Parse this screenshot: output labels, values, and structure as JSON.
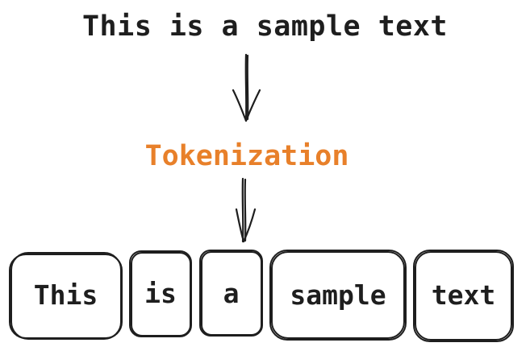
{
  "input_text": "This is a sample text",
  "process_label": "Tokenization",
  "colors": {
    "ink": "#1e1e1e",
    "accent": "#e8802a",
    "background": "#ffffff"
  },
  "tokens": [
    "This",
    "is",
    "a",
    "sample",
    "text"
  ]
}
